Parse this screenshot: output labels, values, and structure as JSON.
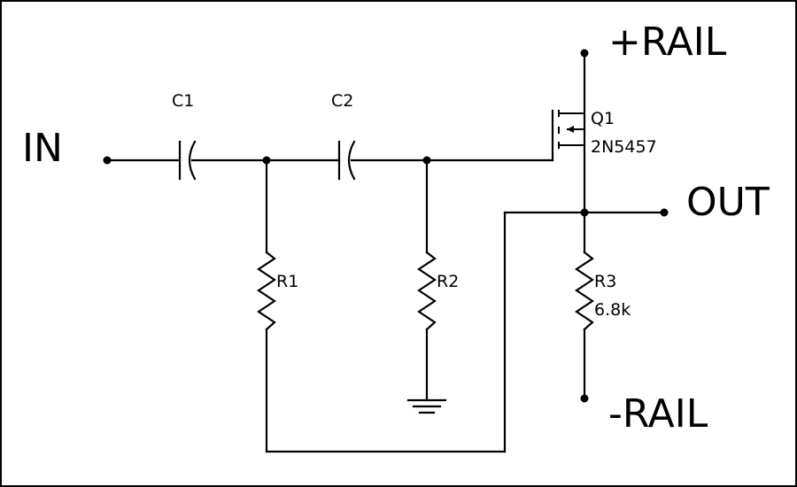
{
  "ports": {
    "in": "IN",
    "out": "OUT",
    "pos_rail": "+RAIL",
    "neg_rail": "-RAIL"
  },
  "components": {
    "c1": {
      "ref": "C1"
    },
    "c2": {
      "ref": "C2"
    },
    "r1": {
      "ref": "R1"
    },
    "r2": {
      "ref": "R2"
    },
    "r3": {
      "ref": "R3",
      "value": "6.8k"
    },
    "q1": {
      "ref": "Q1",
      "part": "2N5457"
    }
  }
}
